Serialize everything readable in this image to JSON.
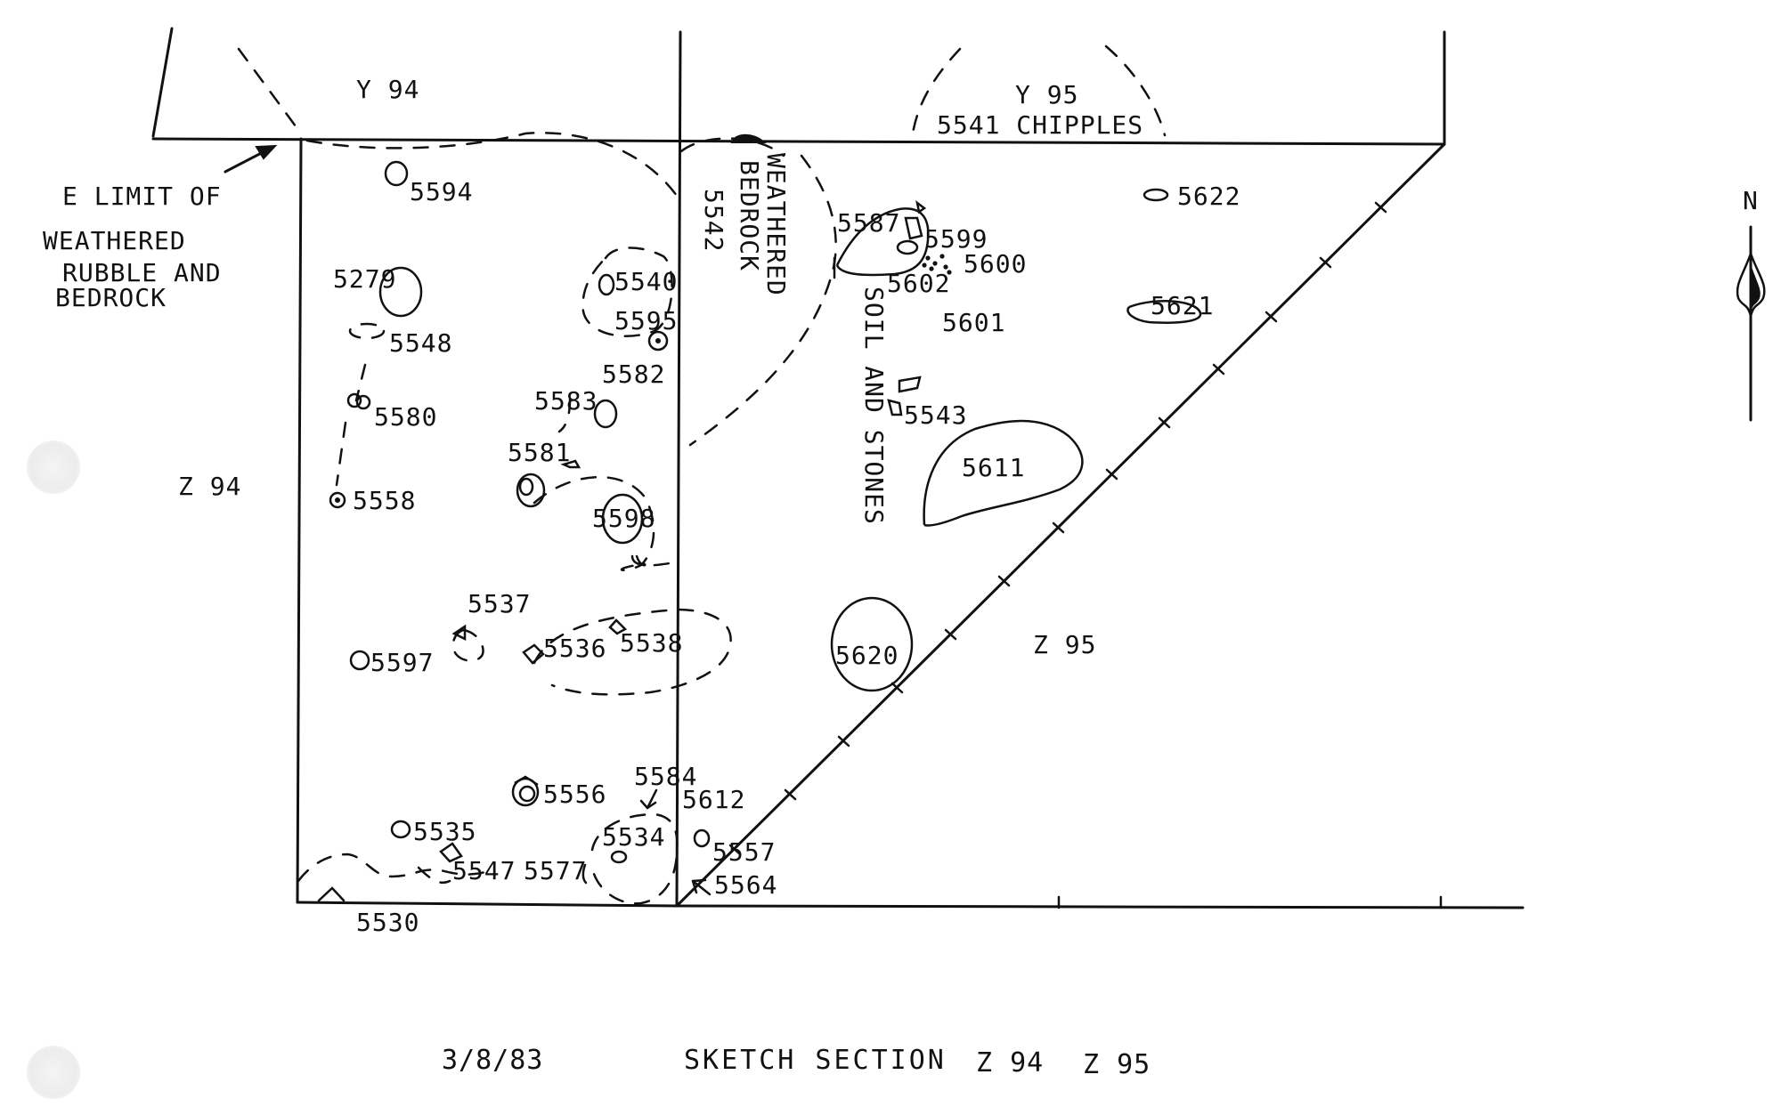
{
  "grid_squares": {
    "y94": "Y 94",
    "y95": "Y 95",
    "z94": "Z 94",
    "z95": "Z 95"
  },
  "annotations": {
    "e_limit_1": "E LIMIT OF",
    "e_limit_2": "WEATHERED",
    "e_limit_3": "RUBBLE AND",
    "e_limit_4": "BEDROCK",
    "chipples": "5541 CHIPPLES",
    "weathered_1": "WEATHERED",
    "weathered_2": "BEDROCK",
    "weathered_num": "5542",
    "soil_stones": "SOIL AND STONES",
    "north": "N"
  },
  "features": {
    "f5594": "5594",
    "f5279": "5279",
    "f5548": "5548",
    "f5580": "5580",
    "f5558": "5558",
    "f5540": "5540",
    "f5595": "5595",
    "f5582": "5582",
    "f5583": "5583",
    "f5581": "5581",
    "f5598": "5598",
    "f5537": "5537",
    "f5597": "5597",
    "f5536": "5536",
    "f5538": "5538",
    "f5556": "5556",
    "f5584": "5584",
    "f5612": "5612",
    "f5535": "5535",
    "f5534": "5534",
    "f5547": "5547",
    "f5577": "5577",
    "f5557": "5557",
    "f5564": "5564",
    "f5530": "5530",
    "f5587": "5587",
    "f5599": "5599",
    "f5600": "5600",
    "f5602": "5602",
    "f5601": "5601",
    "f5543": "5543",
    "f5611": "5611",
    "f5620": "5620",
    "f5621": "5621",
    "f5622": "5622"
  },
  "footer": {
    "date": "3/8/83",
    "title": "SKETCH SECTION",
    "sq1": "Z 94",
    "sq2": "Z 95"
  }
}
